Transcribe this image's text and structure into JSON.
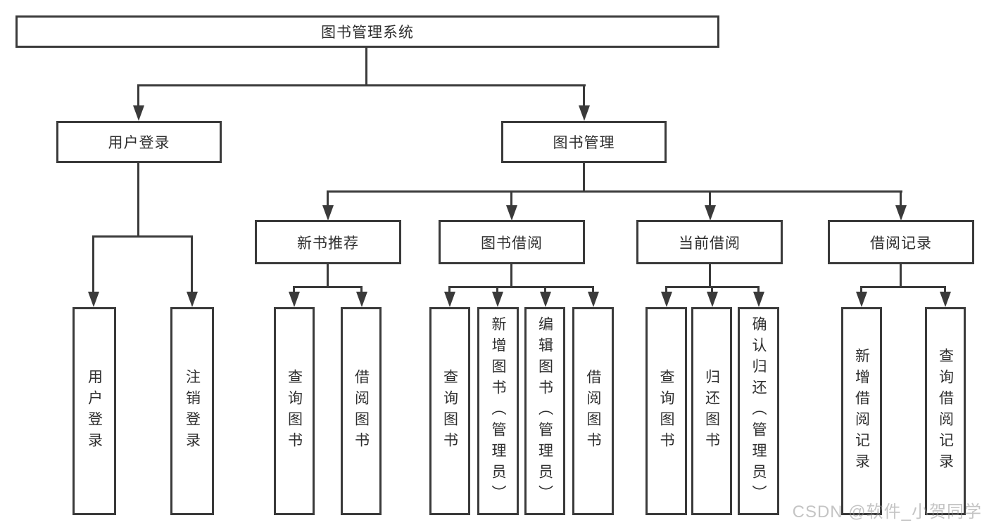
{
  "diagram": {
    "root": {
      "label": "图书管理系统"
    },
    "level1": [
      {
        "id": "user-login",
        "label": "用户登录"
      },
      {
        "id": "book-management",
        "label": "图书管理"
      }
    ],
    "level2": [
      {
        "id": "new-book-recommend",
        "label": "新书推荐"
      },
      {
        "id": "book-borrow",
        "label": "图书借阅"
      },
      {
        "id": "current-borrow",
        "label": "当前借阅"
      },
      {
        "id": "borrow-record",
        "label": "借阅记录"
      }
    ],
    "leaves": {
      "user_login": [
        "用户登录",
        "注销登录"
      ],
      "new_book_recommend": [
        "查询图书",
        "借阅图书"
      ],
      "book_borrow": [
        "查询图书",
        "新增图书（管理员）",
        "编辑图书（管理员）",
        "借阅图书"
      ],
      "current_borrow": [
        "查询图书",
        "归还图书",
        "确认归还（管理员）"
      ],
      "borrow_record": [
        "新增借阅记录",
        "查询借阅记录"
      ]
    }
  },
  "watermark": {
    "text": "CSDN @软件_小贺同学"
  },
  "colors": {
    "line": "#3a3a3a",
    "text": "#2f2f2f",
    "watermark": "#c2c2c2",
    "background": "#ffffff"
  }
}
